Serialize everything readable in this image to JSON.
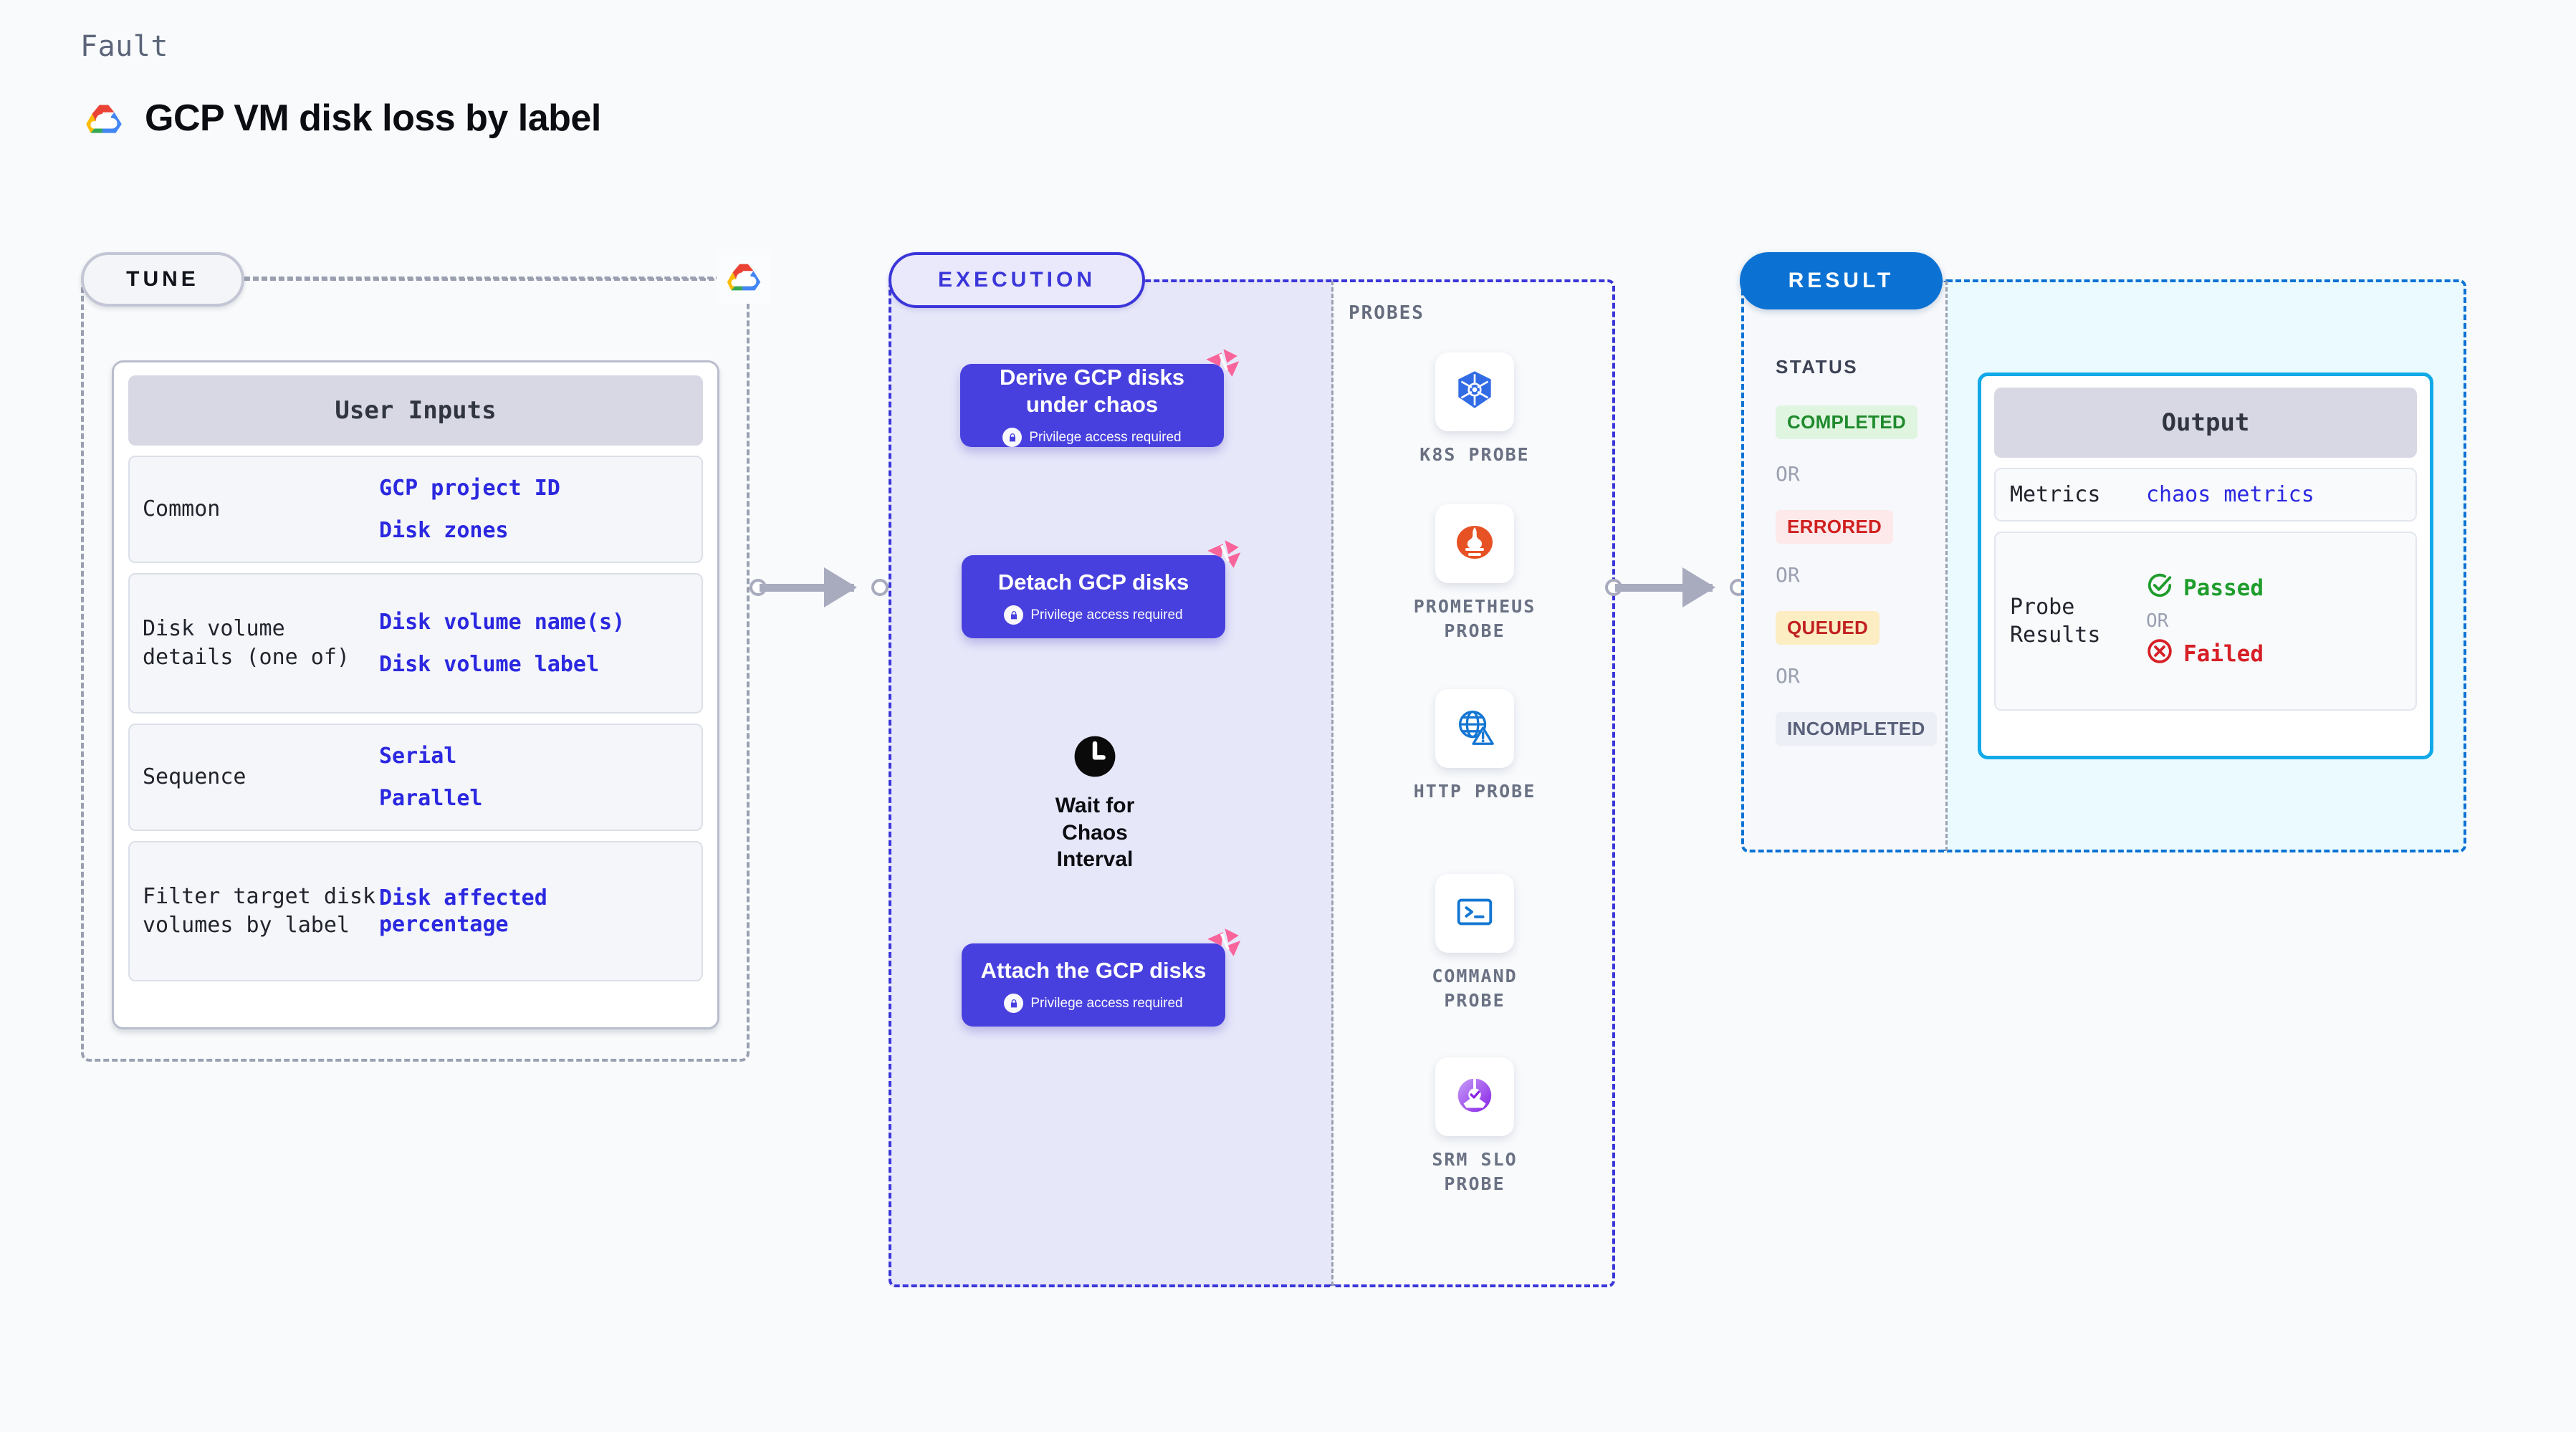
{
  "header": {
    "eyebrow": "Fault",
    "title": "GCP VM disk loss by label",
    "logo_icon": "gcp-cloud-icon"
  },
  "stages": {
    "tune": {
      "label": "TUNE"
    },
    "execution": {
      "label": "EXECUTION"
    },
    "result": {
      "label": "RESULT"
    }
  },
  "tune": {
    "provider_icon": "gcp-cloud-icon",
    "card_title": "User Inputs",
    "rows": [
      {
        "key": "Common",
        "values": [
          "GCP project ID",
          "Disk zones"
        ]
      },
      {
        "key": "Disk volume details (one of)",
        "values": [
          "Disk volume name(s)",
          "Disk volume label"
        ]
      },
      {
        "key": "Sequence",
        "values": [
          "Serial",
          "Parallel"
        ]
      },
      {
        "key": "Filter target disk volumes by label",
        "values": [
          "Disk affected percentage"
        ]
      }
    ]
  },
  "execution": {
    "nodes": [
      {
        "title": "Derive GCP disks under chaos",
        "note": "Privilege access required",
        "badge_icon": "litmus-badge-icon",
        "lock_icon": "lock-icon"
      },
      {
        "title": "Detach GCP disks",
        "note": "Privilege access required",
        "badge_icon": "litmus-badge-icon",
        "lock_icon": "lock-icon"
      },
      {
        "title": "Attach the GCP disks",
        "note": "Privilege access required",
        "badge_icon": "litmus-badge-icon",
        "lock_icon": "lock-icon"
      }
    ],
    "wait": {
      "label": "Wait for Chaos Interval",
      "icon": "clock-icon"
    }
  },
  "probes": {
    "label": "PROBES",
    "items": [
      {
        "name": "K8S PROBE",
        "icon": "kubernetes-icon"
      },
      {
        "name": "PROMETHEUS PROBE",
        "icon": "prometheus-icon"
      },
      {
        "name": "HTTP PROBE",
        "icon": "globe-warning-icon"
      },
      {
        "name": "COMMAND PROBE",
        "icon": "terminal-icon"
      },
      {
        "name": "SRM SLO PROBE",
        "icon": "srm-slo-icon"
      }
    ]
  },
  "result": {
    "status_label": "STATUS",
    "or_label": "OR",
    "statuses": [
      {
        "label": "COMPLETED",
        "bg": "#dff5e0",
        "fg": "#1f8a2c"
      },
      {
        "label": "ERRORED",
        "bg": "#fde9e9",
        "fg": "#cf2020"
      },
      {
        "label": "QUEUED",
        "bg": "#fcedc3",
        "fg": "#c22121"
      },
      {
        "label": "INCOMPLETED",
        "bg": "#eceff5",
        "fg": "#59607a"
      }
    ],
    "output": {
      "card_title": "Output",
      "metrics_key": "Metrics",
      "metrics_value": "chaos metrics",
      "probe_key": "Probe Results",
      "passed_label": "Passed",
      "failed_label": "Failed",
      "or_label": "OR",
      "passed_icon": "check-circle-icon",
      "failed_icon": "x-circle-icon"
    }
  },
  "colors": {
    "accent_purple": "#4840de",
    "accent_blue": "#0b72d4",
    "accent_cyan": "#12a9e8",
    "input_value": "#2b28e0",
    "badge_pink": "#f9649b",
    "pass_green": "#1f8a2c",
    "fail_red": "#d61f26"
  }
}
